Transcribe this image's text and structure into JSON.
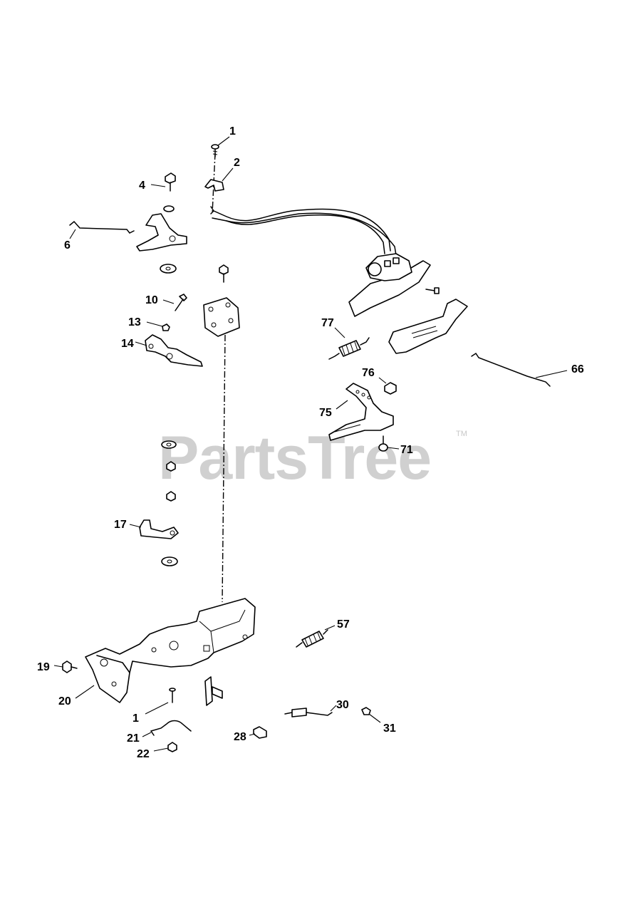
{
  "watermark": {
    "text": "PartsTree",
    "trademark": "TM"
  },
  "callouts": {
    "c1_top": "1",
    "c2": "2",
    "c4": "4",
    "c6": "6",
    "c10": "10",
    "c13": "13",
    "c14": "14",
    "c77": "77",
    "c76": "76",
    "c66": "66",
    "c75": "75",
    "c71": "71",
    "c17": "17",
    "c57": "57",
    "c19": "19",
    "c20": "20",
    "c1_bottom": "1",
    "c30": "30",
    "c31": "31",
    "c21": "21",
    "c28": "28",
    "c22": "22"
  }
}
